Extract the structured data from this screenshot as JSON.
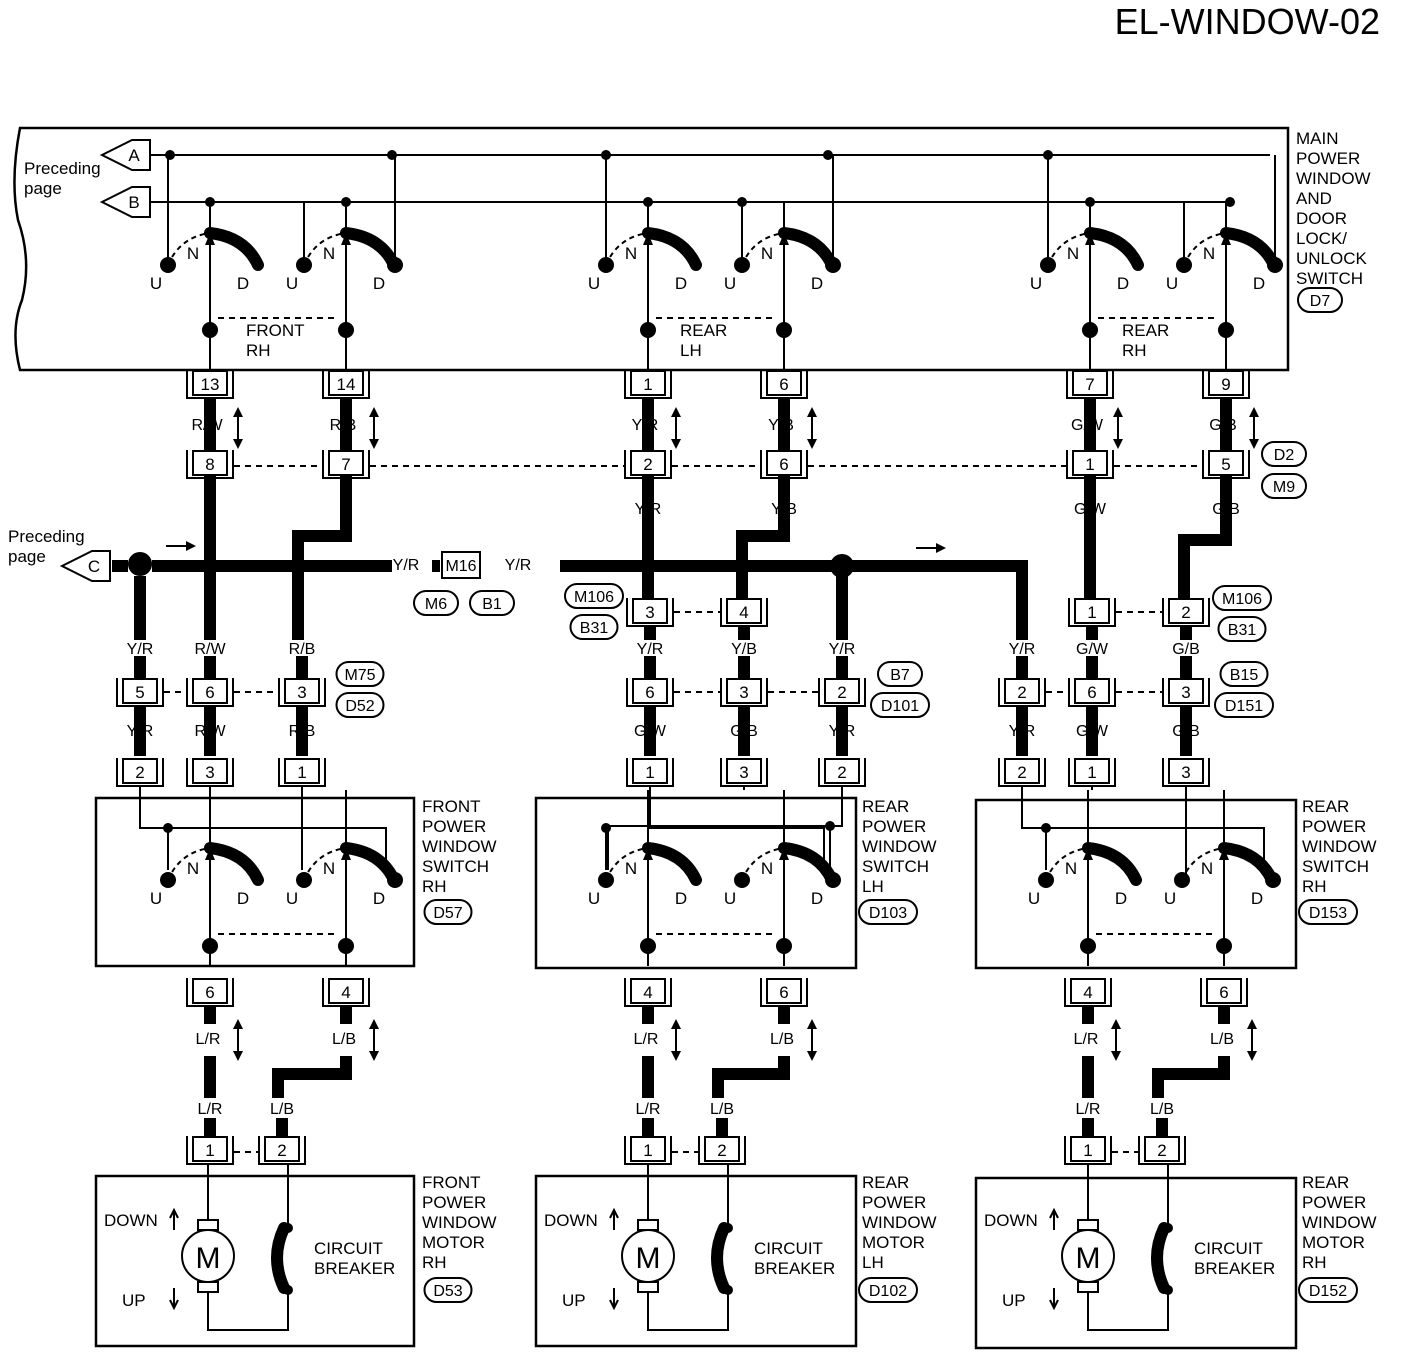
{
  "title": "EL-WINDOW-02",
  "preceding_page": "Preceding page",
  "preceding_page_lines": [
    "Preceding",
    "page"
  ],
  "arrow_tags": [
    "A",
    "B",
    "C"
  ],
  "main_switch": {
    "label_lines": [
      "MAIN",
      "POWER",
      "WINDOW",
      "AND",
      "DOOR",
      "LOCK/",
      "UNLOCK",
      "SWITCH"
    ],
    "code": "D7",
    "sections": [
      {
        "lines": [
          "FRONT",
          "RH"
        ]
      },
      {
        "lines": [
          "REAR",
          "LH"
        ]
      },
      {
        "lines": [
          "REAR",
          "RH"
        ]
      }
    ],
    "pins": [
      "13",
      "14",
      "1",
      "6",
      "7",
      "9"
    ]
  },
  "switch_positions": {
    "up": "U",
    "neutral": "N",
    "down": "D"
  },
  "wires_top": [
    "R/W",
    "R/B",
    "Y/R",
    "Y/B",
    "G/W",
    "G/B"
  ],
  "row2_pins": [
    "8",
    "7",
    "2",
    "6",
    "1",
    "5"
  ],
  "row2_codes": [
    "D2",
    "M9"
  ],
  "wires_row2_below": [
    "Y/R",
    "Y/B",
    "G/W",
    "G/B"
  ],
  "bus": {
    "wire": "Y/R",
    "connector": "M16",
    "codes": [
      "M6",
      "B1"
    ]
  },
  "mid_connectors": {
    "rear_lh": {
      "pins": [
        "3",
        "4"
      ],
      "codes": [
        "M106",
        "B31"
      ]
    },
    "rear_rh": {
      "pins": [
        "1",
        "2"
      ],
      "codes": [
        "M106",
        "B31"
      ]
    }
  },
  "groups": [
    {
      "wires_above": [
        "Y/R",
        "R/W",
        "R/B"
      ],
      "pins": [
        "5",
        "6",
        "3"
      ],
      "codes": [
        "M75",
        "D52"
      ],
      "wires_below": [
        "Y/R",
        "R/W",
        "R/B"
      ],
      "switch_pins": [
        "2",
        "3",
        "1"
      ],
      "switch_label": [
        "FRONT",
        "POWER",
        "WINDOW",
        "SWITCH",
        "RH"
      ],
      "switch_code": "D57",
      "out_pins": [
        "6",
        "4"
      ],
      "out_wires": [
        "L/R",
        "L/B"
      ],
      "motor_wires": [
        "L/R",
        "L/B"
      ],
      "motor_pins": [
        "1",
        "2"
      ],
      "motor_label": [
        "FRONT",
        "POWER",
        "WINDOW",
        "MOTOR",
        "RH"
      ],
      "motor_code": "D53"
    },
    {
      "wires_above": [
        "Y/R",
        "Y/B",
        "Y/R"
      ],
      "pins": [
        "6",
        "3",
        "2"
      ],
      "codes": [
        "B7",
        "D101"
      ],
      "wires_below": [
        "G/W",
        "G/B",
        "Y/R"
      ],
      "switch_pins": [
        "1",
        "3",
        "2"
      ],
      "switch_label": [
        "REAR",
        "POWER",
        "WINDOW",
        "SWITCH",
        "LH"
      ],
      "switch_code": "D103",
      "out_pins": [
        "4",
        "6"
      ],
      "out_wires": [
        "L/R",
        "L/B"
      ],
      "motor_wires": [
        "L/R",
        "L/B"
      ],
      "motor_pins": [
        "1",
        "2"
      ],
      "motor_label": [
        "REAR",
        "POWER",
        "WINDOW",
        "MOTOR",
        "LH"
      ],
      "motor_code": "D102"
    },
    {
      "wires_above": [
        "Y/R",
        "G/W",
        "G/B"
      ],
      "pins": [
        "2",
        "6",
        "3"
      ],
      "codes": [
        "B15",
        "D151"
      ],
      "wires_below": [
        "Y/R",
        "G/W",
        "G/B"
      ],
      "switch_pins": [
        "2",
        "1",
        "3"
      ],
      "switch_label": [
        "REAR",
        "POWER",
        "WINDOW",
        "SWITCH",
        "RH"
      ],
      "switch_code": "D153",
      "out_pins": [
        "4",
        "6"
      ],
      "out_wires": [
        "L/R",
        "L/B"
      ],
      "motor_wires": [
        "L/R",
        "L/B"
      ],
      "motor_pins": [
        "1",
        "2"
      ],
      "motor_label": [
        "REAR",
        "POWER",
        "WINDOW",
        "MOTOR",
        "RH"
      ],
      "motor_code": "D152"
    }
  ],
  "motor": {
    "symbol": "M",
    "down": "DOWN",
    "up": "UP",
    "breaker_lines": [
      "CIRCUIT",
      "BREAKER"
    ]
  }
}
